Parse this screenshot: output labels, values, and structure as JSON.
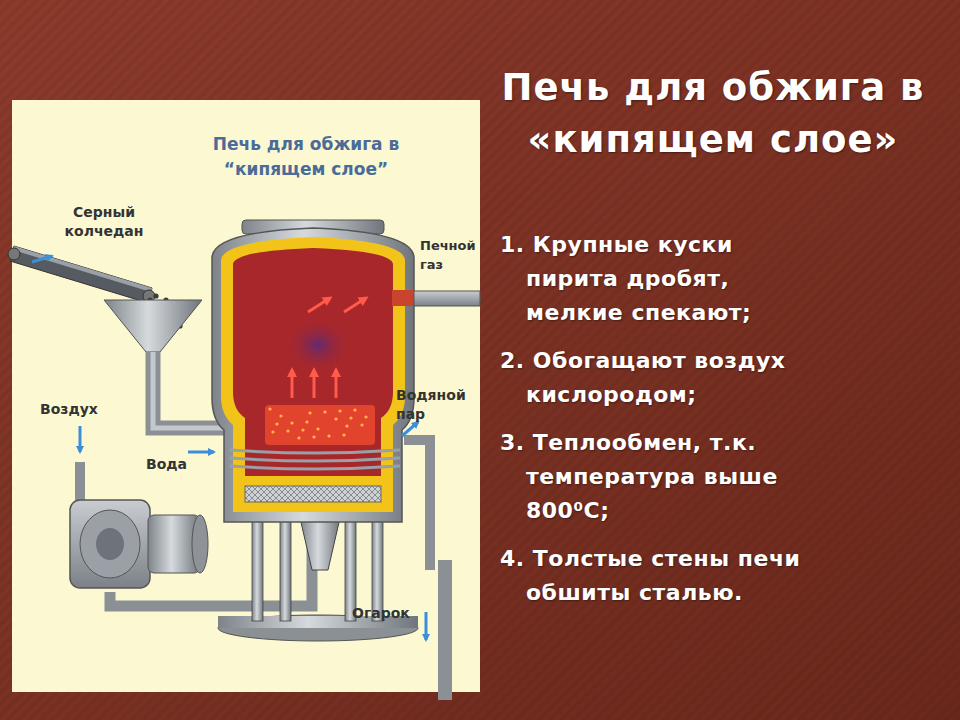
{
  "diagram": {
    "title": "Печь для обжига в «кипящем слое»",
    "labels": [
      "Печь для обжига в “кипящем слое”",
      "Серный колчедан",
      "Воздух",
      "Вода",
      "Печной газ",
      "Водяной пар",
      "Огарок",
      "1. Крупные куски пирита дробят, мелкие спекают;",
      "2. Обогащают воздух кислородом;",
      "3. Теплообмен, т.к. температура выше 800⁰С;",
      "4. Толстые стены печи обшиты сталью."
    ]
  }
}
